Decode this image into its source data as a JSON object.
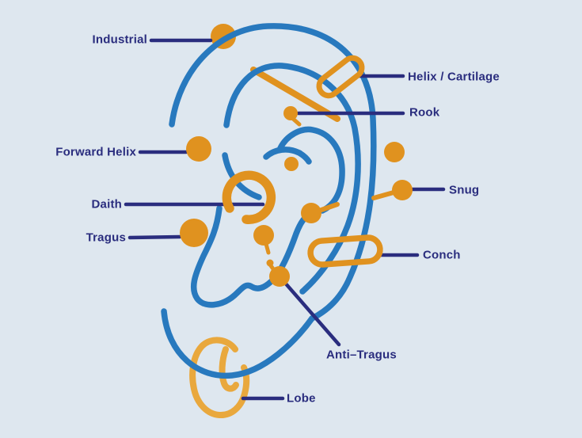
{
  "title": "Ear piercing placement diagram",
  "palette": {
    "background": "#dee7ef",
    "ear_outline_blue": "#2879be",
    "piercing_orange": "#e0921f",
    "lobe_hoop_orange": "#e9a83d",
    "label_navy": "#2a2d7e"
  },
  "labels": {
    "industrial": {
      "text": "Industrial"
    },
    "helix_cartilage": {
      "text": "Helix / Cartilage"
    },
    "rook": {
      "text": "Rook"
    },
    "forward_helix": {
      "text": "Forward Helix"
    },
    "snug": {
      "text": "Snug"
    },
    "daith": {
      "text": "Daith"
    },
    "tragus": {
      "text": "Tragus"
    },
    "conch": {
      "text": "Conch"
    },
    "anti_tragus": {
      "text": "Anti–Tragus"
    },
    "lobe": {
      "text": "Lobe"
    }
  },
  "piercings": [
    {
      "name": "Industrial",
      "jewelry": "ball stud on upper rim plus long diagonal barbell"
    },
    {
      "name": "Helix / Cartilage",
      "jewelry": "hoop ring around upper helix rim"
    },
    {
      "name": "Rook",
      "jewelry": "small ball stud with short stem"
    },
    {
      "name": "Forward Helix",
      "jewelry": "ball stud"
    },
    {
      "name": "Snug",
      "jewelry": "ball stud with short barbell through outer ridge"
    },
    {
      "name": "Daith",
      "jewelry": "thick open ring around inner crus"
    },
    {
      "name": "Tragus",
      "jewelry": "ball stud"
    },
    {
      "name": "Conch",
      "jewelry": "large hoop ring across mid ear"
    },
    {
      "name": "Anti–Tragus",
      "jewelry": "ball stud with small barbell"
    },
    {
      "name": "Lobe",
      "jewelry": "large hoop earring through lobe"
    }
  ]
}
